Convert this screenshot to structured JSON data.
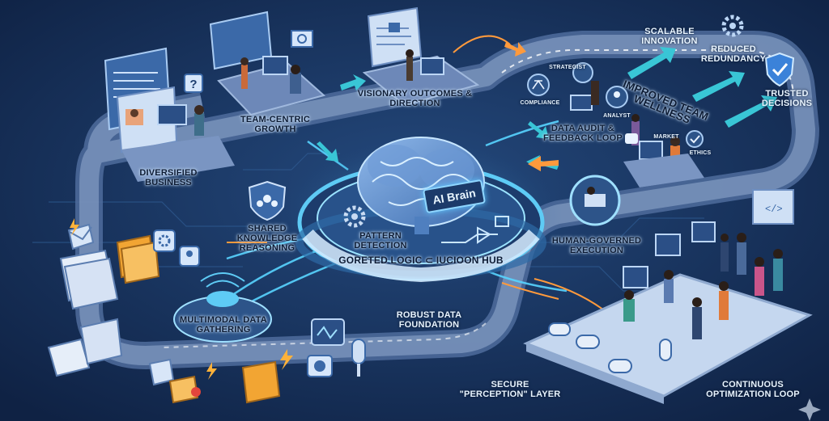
{
  "labels": {
    "diversified_business": "DIVERSIFIED BUSINESS",
    "team_centric_growth": "TEAM-CENTRIC GROWTH",
    "visionary_outcomes": "VISIONARY OUTCOMES & DIRECTION",
    "scalable_innovation": "SCALABLE INNOVATION",
    "reduced_redundancy": "REDUCED REDUNDANCY",
    "trusted_decisions": "TRUSTED DECISIONS",
    "improved_team_wellness": "IMPROVED TEAM WELLNESS",
    "strategist": "STRATEGIST",
    "compliance": "COMPLIANCE",
    "analyst": "ANALYST",
    "market": "MARKET",
    "ethics": "ETHICS",
    "data_audit": "DATA AUDIT & FEEDBACK LOOP",
    "shared_knowledge": "SHARED KNOWLEDGE REASONING",
    "ai_brain": "AI Brain",
    "pattern_detection": "PATTERN DETECTION",
    "hub_title": "GORETED LOGIC ⊂ IUCIOON HUB",
    "human_governed": "HUMAN-GOVERNED EXECUTION",
    "multimodal": "MULTIMODAL DATA GATHERING",
    "robust_data": "ROBUST DATA FOUNDATION",
    "secure_perception": "SECURE \"perception\" LAYER",
    "continuous_loop": "CONTINUOUS OPTIMIZATION LOOP"
  },
  "colors": {
    "background": "#12284a",
    "track": "#5f7aa6",
    "glow": "#58d4ff",
    "accent_orange": "#ff9a3c",
    "arrow_teal": "#39c6d6"
  }
}
